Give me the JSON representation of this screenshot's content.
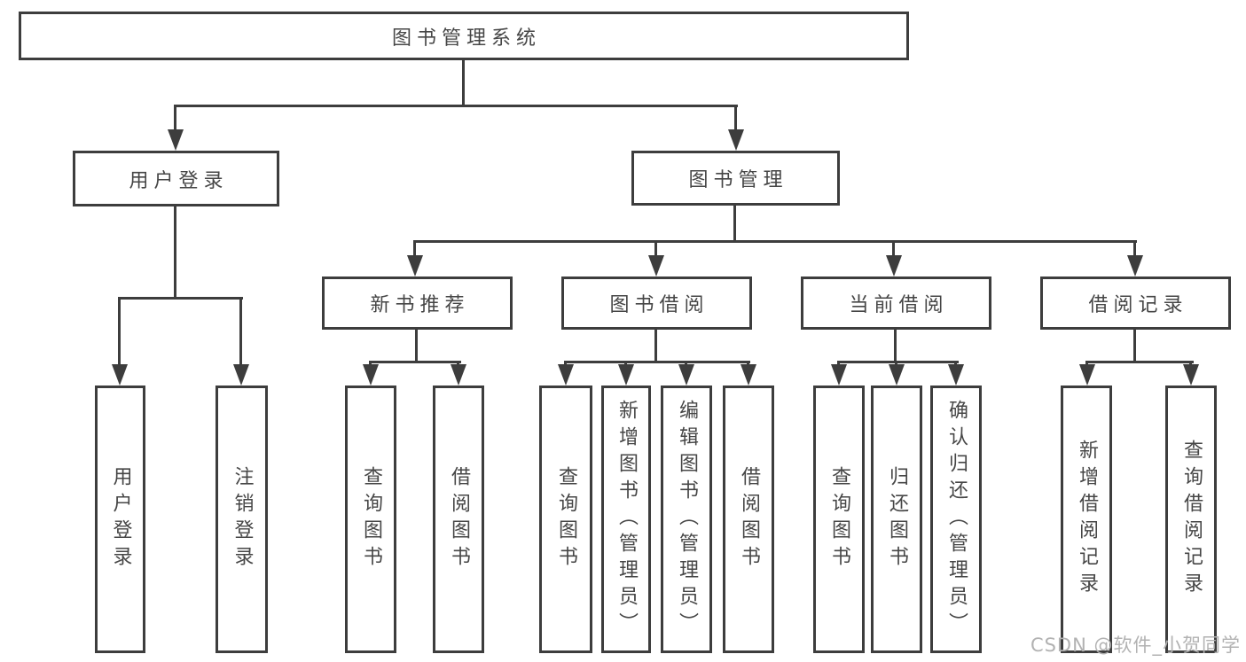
{
  "diagram": {
    "root": {
      "label": "图书管理系统"
    },
    "level2": [
      {
        "label": "用户登录"
      },
      {
        "label": "图书管理"
      }
    ],
    "level3": [
      {
        "label": "新书推荐"
      },
      {
        "label": "图书借阅"
      },
      {
        "label": "当前借阅"
      },
      {
        "label": "借阅记录"
      }
    ],
    "leaves": {
      "userLogin": [
        "用户登录",
        "注销登录"
      ],
      "newBookRecommend": [
        "查询图书",
        "借阅图书"
      ],
      "bookBorrow": [
        "查询图书",
        "新增图书（管理员）",
        "编辑图书（管理员）",
        "借阅图书"
      ],
      "currentBorrow": [
        "查询图书",
        "归还图书",
        "确认归还（管理员）"
      ],
      "borrowRecord": [
        "新增借阅记录",
        "查询借阅记录"
      ]
    }
  },
  "watermark": "CSDN @软件_小贺同学",
  "colors": {
    "line": "#3d3d3d",
    "text": "#464646",
    "watermark": "#b2b2b2",
    "background": "#ffffff"
  }
}
